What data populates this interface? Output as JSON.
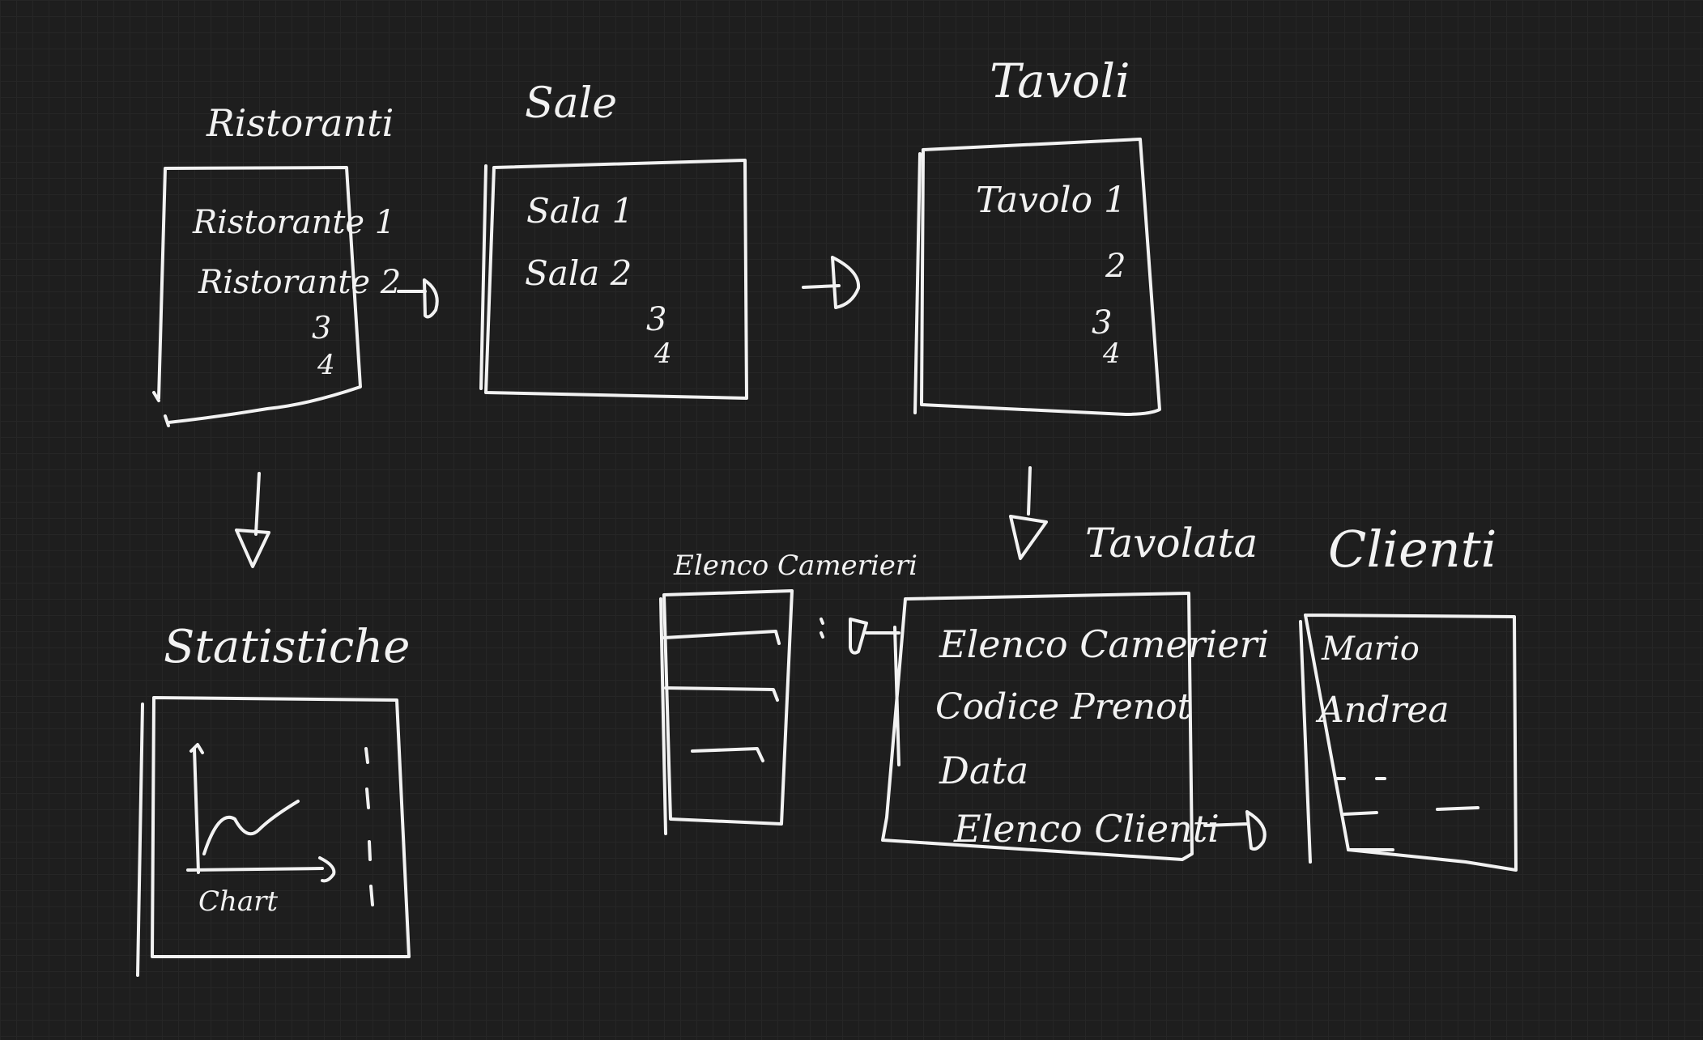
{
  "theme": {
    "background": "#1e1e1e",
    "ink": "#f2f2f2",
    "grid": "#262626"
  },
  "boxes": {
    "ristoranti": {
      "title": "Ristoranti",
      "rows": [
        "Ristorante 1",
        "Ristorante 2",
        "3",
        "4"
      ]
    },
    "sale": {
      "title": "Sale",
      "rows": [
        "Sala 1",
        "Sala 2",
        "3",
        "4"
      ]
    },
    "tavoli": {
      "title": "Tavoli",
      "rows": [
        "Tavolo 1",
        "2",
        "3",
        "4"
      ]
    },
    "statistiche": {
      "title": "Statistiche",
      "chart_label": "Chart"
    },
    "elenco_camerieri": {
      "title": "Elenco Camerieri"
    },
    "tavolata": {
      "title": "Tavolata",
      "rows": [
        "Elenco Camerieri",
        "Codice Prenot",
        "Data",
        "Elenco Clienti"
      ]
    },
    "clienti": {
      "title": "Clienti",
      "rows": [
        "Mario",
        "Andrea"
      ]
    }
  }
}
